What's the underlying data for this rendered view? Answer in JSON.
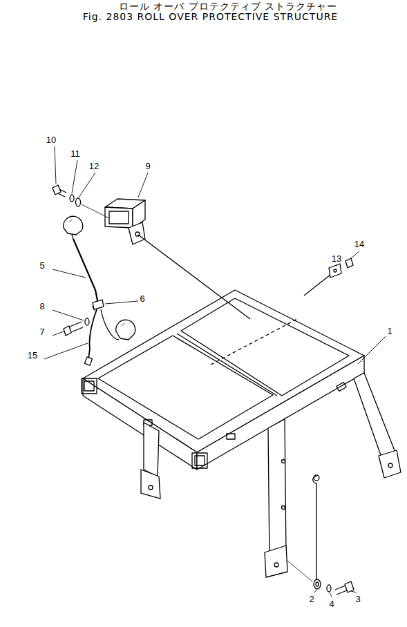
{
  "diagram": {
    "title": "Fig. 2803 ROLL OVER PROTECTIVE STRUCTURE",
    "labels": [
      "ロール オーバ プロテクティブ ストラクチャー",
      "10",
      "11",
      "12",
      "9",
      "5",
      "6",
      "8",
      "7",
      "15",
      "13",
      "14",
      "1",
      "2",
      "4",
      "3"
    ]
  }
}
